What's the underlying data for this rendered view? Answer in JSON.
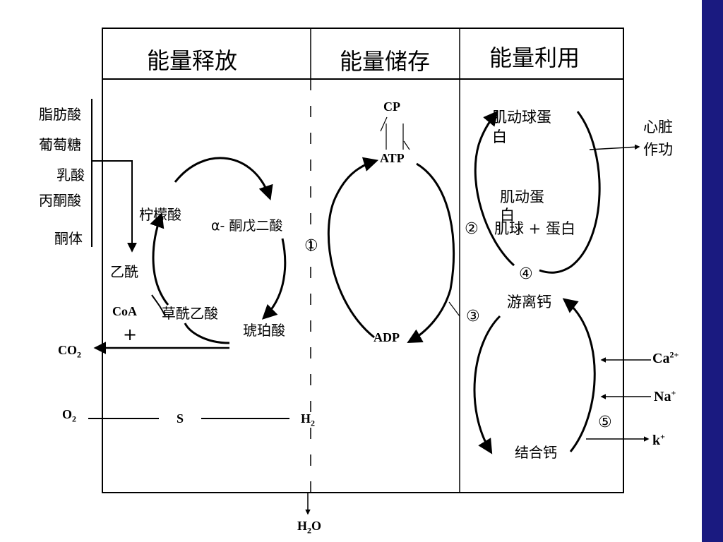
{
  "headers": {
    "release": "能量释放",
    "storage": "能量储存",
    "utilization": "能量利用"
  },
  "substrates": [
    "脂肪酸",
    "葡萄糖",
    "乳酸",
    "丙酮酸",
    "酮体"
  ],
  "cycle": {
    "citrate": "柠檬酸",
    "ketoglutarate": "α- 酮戊二酸",
    "acetyl": "乙酰",
    "coa": "CoA",
    "plus": "+",
    "oxaloacetate": "草酰乙酸",
    "succinate": "琥珀酸"
  },
  "electron": {
    "co2": "CO",
    "co2_sub": "2",
    "o2": "O",
    "o2_sub": "2",
    "s": "S",
    "h2": "H",
    "h2_sub": "2",
    "h2o_h": "H",
    "h2o_sub": "2",
    "h2o_o": "O"
  },
  "storage": {
    "cp": "CP",
    "atp": "ATP",
    "adp": "ADP"
  },
  "utilization": {
    "actomyosin_1": "肌动球蛋",
    "actomyosin_2": "白",
    "heart_1": "心脏",
    "heart_2": "作功",
    "actin_1": "肌动蛋",
    "actin_2": "白",
    "myosin_plus": "肌球 + 蛋白",
    "free_ca": "游离钙",
    "bound_ca": "结合钙",
    "ca_ion": "Ca",
    "ca_sup": "2+",
    "na_ion": "Na",
    "na_sup": "+",
    "k_ion": "k",
    "k_sup": "+"
  },
  "markers": [
    "①",
    "②",
    "③",
    "④",
    "⑤"
  ]
}
